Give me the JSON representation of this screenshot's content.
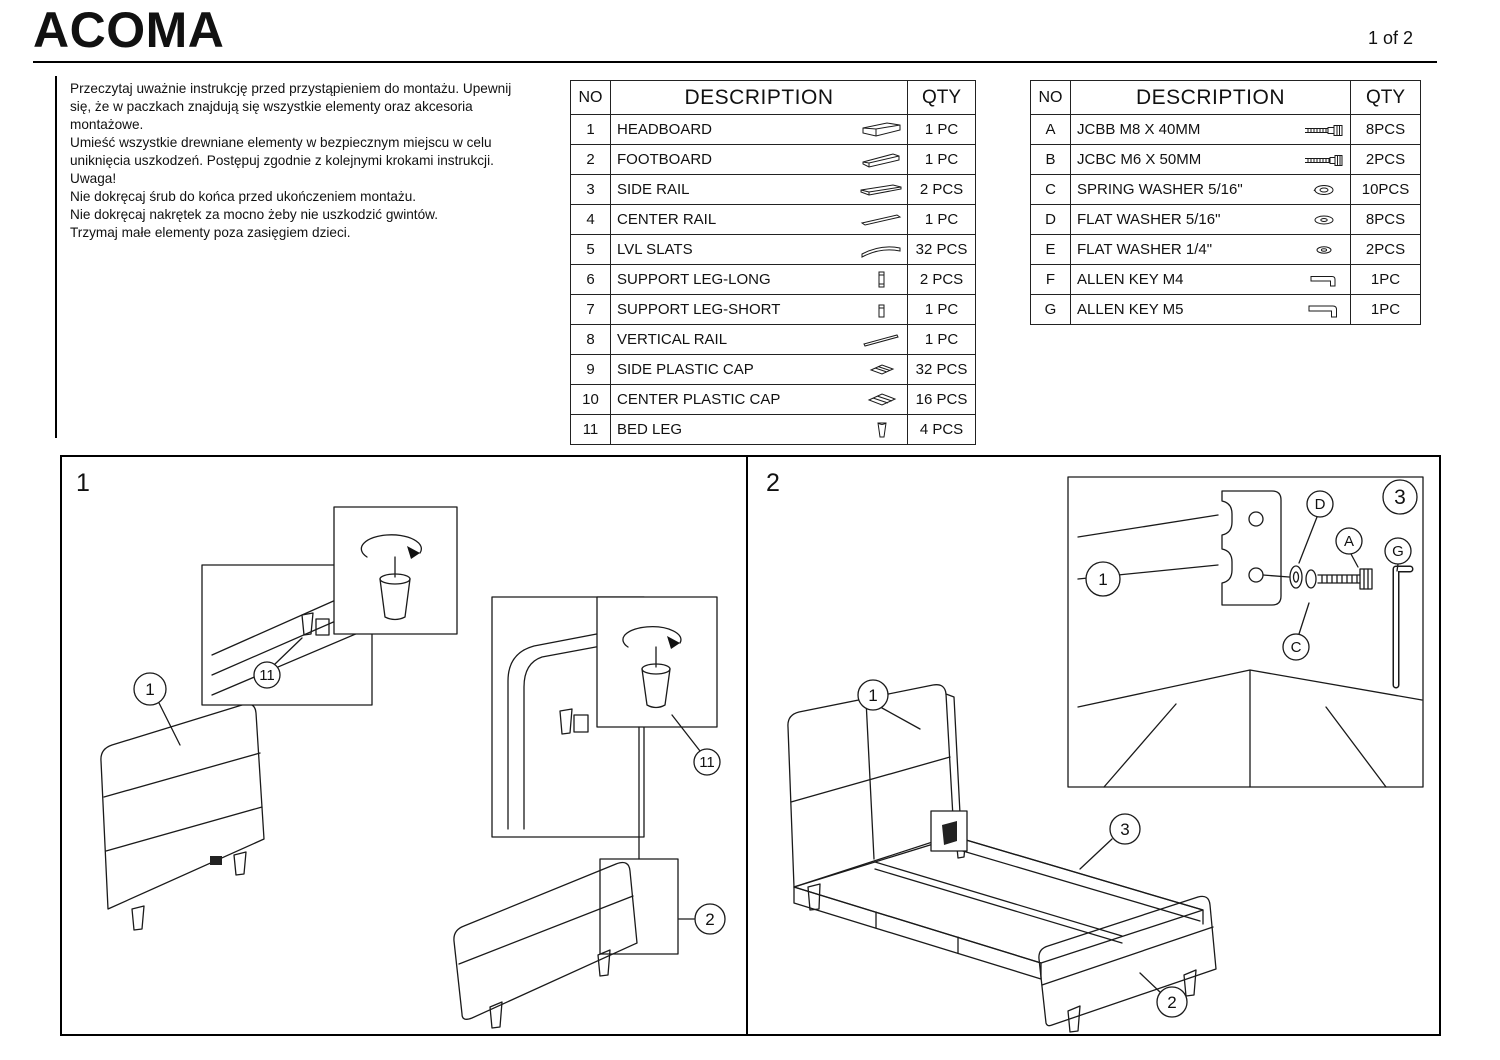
{
  "page": {
    "title": "ACOMA",
    "page_number": "1 of 2"
  },
  "instructions": {
    "text": "Przeczytaj uważnie instrukcję przed przystąpieniem do montażu. Upewnij\nsię, że w paczkach znajdują się wszystkie elementy oraz akcesoria\nmontażowe.\nUmieść wszystkie drewniane elementy w bezpiecznym miejscu w celu\nuniknięcia uszkodzeń.  Postępuj zgodnie z kolejnymi krokami instrukcji.\nUwaga!\nNie dokręcaj śrub do końca przed ukończeniem montażu.\nNie dokręcaj nakrętek za mocno żeby nie uszkodzić gwintów.\nTrzymaj małe elementy poza zasięgiem dzieci."
  },
  "parts_table": {
    "headers": {
      "no": "NO",
      "description": "DESCRIPTION",
      "qty": "QTY"
    },
    "rows": [
      {
        "no": "1",
        "description": "HEADBOARD",
        "icon": "headboard-icon",
        "qty": "1 PC"
      },
      {
        "no": "2",
        "description": "FOOTBOARD",
        "icon": "footboard-icon",
        "qty": "1 PC"
      },
      {
        "no": "3",
        "description": "SIDE RAIL",
        "icon": "side-rail-icon",
        "qty": "2 PCS"
      },
      {
        "no": "4",
        "description": "CENTER RAIL",
        "icon": "center-rail-icon",
        "qty": "1 PC"
      },
      {
        "no": "5",
        "description": "LVL SLATS",
        "icon": "slat-icon",
        "qty": "32 PCS"
      },
      {
        "no": "6",
        "description": "SUPPORT LEG-LONG",
        "icon": "support-leg-long-icon",
        "qty": "2 PCS"
      },
      {
        "no": "7",
        "description": "SUPPORT LEG-SHORT",
        "icon": "support-leg-short-icon",
        "qty": "1 PC"
      },
      {
        "no": "8",
        "description": "VERTICAL RAIL",
        "icon": "vertical-rail-icon",
        "qty": "1 PC"
      },
      {
        "no": "9",
        "description": "SIDE PLASTIC CAP",
        "icon": "side-plastic-cap-icon",
        "qty": "32 PCS"
      },
      {
        "no": "10",
        "description": "CENTER PLASTIC CAP",
        "icon": "center-plastic-cap-icon",
        "qty": "16 PCS"
      },
      {
        "no": "11",
        "description": "BED LEG",
        "icon": "bed-leg-icon",
        "qty": "4 PCS"
      }
    ]
  },
  "hardware_table": {
    "headers": {
      "no": "NO",
      "description": "DESCRIPTION",
      "qty": "QTY"
    },
    "rows": [
      {
        "no": "A",
        "description": "JCBB M8 X 40MM",
        "icon": "bolt-icon",
        "qty": "8PCS"
      },
      {
        "no": "B",
        "description": "JCBC M6 X 50MM",
        "icon": "bolt-icon",
        "qty": "2PCS"
      },
      {
        "no": "C",
        "description": "SPRING WASHER 5/16\"",
        "icon": "spring-washer-icon",
        "qty": "10PCS"
      },
      {
        "no": "D",
        "description": "FLAT WASHER 5/16\"",
        "icon": "flat-washer-icon",
        "qty": "8PCS"
      },
      {
        "no": "E",
        "description": "FLAT WASHER 1/4\"",
        "icon": "flat-washer-icon",
        "qty": "2PCS"
      },
      {
        "no": "F",
        "description": "ALLEN KEY M4",
        "icon": "allen-key-icon",
        "qty": "1PC"
      },
      {
        "no": "G",
        "description": "ALLEN KEY M5",
        "icon": "allen-key-icon",
        "qty": "1PC"
      }
    ]
  },
  "diagrams": {
    "step1": {
      "number": "1",
      "callout_headboard": "1",
      "callout_leg_detail_1": "11",
      "callout_leg_detail_2": "11",
      "callout_footboard": "2"
    },
    "step2": {
      "number": "2",
      "callout_headboard": "1",
      "callout_rail": "3",
      "callout_footboard": "2",
      "detail": {
        "callout_panel": "1",
        "callout_step": "3",
        "bolt": "A",
        "spring_washer": "C",
        "flat_washer": "D",
        "allen_key": "G"
      }
    }
  },
  "colors": {
    "ink": "#1a1a1a",
    "paper": "#ffffff"
  }
}
